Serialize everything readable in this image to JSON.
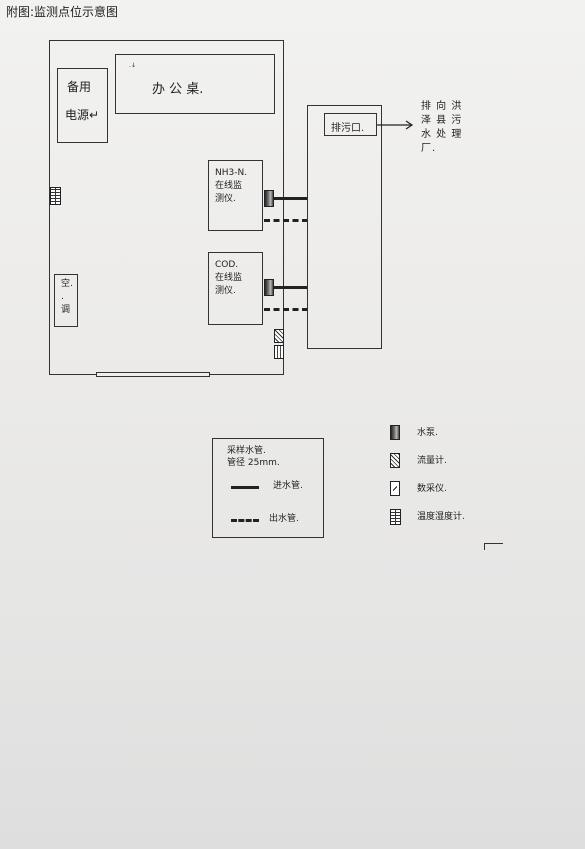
{
  "page_title": "附图:监测点位示意图",
  "room": {
    "backup_power": [
      "备用",
      "电源↵"
    ],
    "office_desk": "办 公 桌.",
    "desk_mark": ".↓",
    "nh3n_analyzer": [
      "NH3-N.",
      "在线监",
      "测仪."
    ],
    "cod_analyzer": [
      "COD.",
      "在线监",
      "测仪."
    ],
    "air_conditioner": [
      "空.",
      ".",
      "调"
    ]
  },
  "outlet": {
    "label": "排污口.",
    "destination": [
      "排 向 洪",
      "泽 县 污",
      "水 处 理",
      "厂."
    ]
  },
  "pipe_legend": {
    "title": [
      "采样水管.",
      "管径 25mm."
    ],
    "inlet": "进水管.",
    "outlet": "出水管."
  },
  "symbol_legend": {
    "pump": "水泵.",
    "flowmeter": "流量计.",
    "data_acquisition": "数采仪.",
    "temp_humidity": "温度湿度计."
  }
}
